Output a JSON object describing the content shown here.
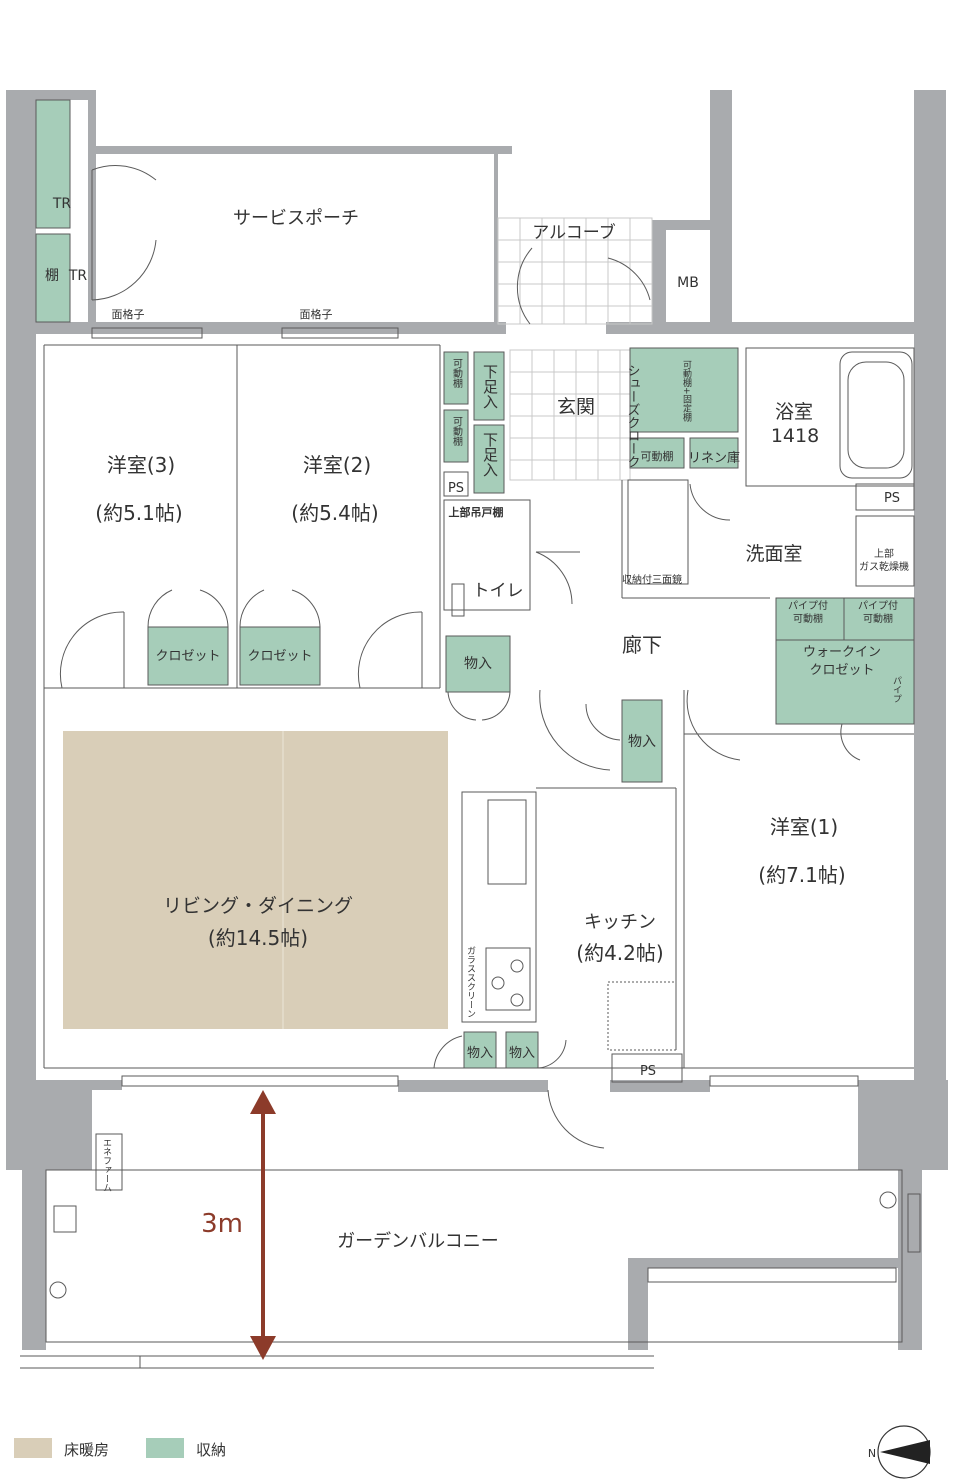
{
  "rooms": {
    "service_porch": "サービスポーチ",
    "alcove": "アルコーブ",
    "mb": "MB",
    "tr_top": "TR",
    "tr_bottom": "TR",
    "shelf_tr": "棚",
    "lattice_1": "面格子",
    "lattice_2": "面格子",
    "room3_name": "洋室(3)",
    "room3_size": "(約5.1帖)",
    "room2_name": "洋室(2)",
    "room2_size": "(約5.4帖)",
    "closet_1": "クロゼット",
    "closet_2": "クロゼット",
    "adjustable_shelf_1": "可動棚",
    "adjustable_shelf_2": "可動棚",
    "shoe_storage_1": "下足入",
    "shoe_storage_2": "下足入",
    "entrance": "玄関",
    "shoes_cloak": "シューズクローク",
    "adj_fixed_shelf": "可動棚+固定棚",
    "adj_shelf_3": "可動棚",
    "linen": "リネン庫",
    "bathroom": "浴室",
    "bathroom_size": "1418",
    "ps_1": "PS",
    "ps_2": "PS",
    "ps_3": "PS",
    "upper_cabinet": "上部吊戸棚",
    "toilet": "トイレ",
    "storage_1": "物入",
    "storage_2": "物入",
    "storage_3": "物入",
    "storage_4": "物入",
    "storage_mirror": "収納付三面鏡",
    "washroom": "洗面室",
    "gas_dryer_1": "上部",
    "gas_dryer_2": "ガス乾燥機",
    "hallway": "廊下",
    "pipe_shelf_1a": "パイプ付",
    "pipe_shelf_1b": "可動棚",
    "pipe_shelf_2a": "パイプ付",
    "pipe_shelf_2b": "可動棚",
    "wic_1": "ウォークイン",
    "wic_2": "クロゼット",
    "pipe": "パイプ",
    "room1_name": "洋室(1)",
    "room1_size": "(約7.1帖)",
    "living_name": "リビング・ダイニング",
    "living_size": "(約14.5帖)",
    "kitchen_name": "キッチン",
    "kitchen_size": "(約4.2帖)",
    "glass_screen": "ガラススクリーン",
    "enefarm": "エネファーム",
    "balcony": "ガーデンバルコニー",
    "depth": "3m"
  },
  "legend": {
    "floor_heating": "床暖房",
    "storage": "収納"
  },
  "compass": {
    "north": "N"
  },
  "colors": {
    "wall": "#a9abae",
    "storage": "#a6cdb9",
    "floor_heating": "#d9ceb8",
    "arrow": "#8c3b2a"
  }
}
